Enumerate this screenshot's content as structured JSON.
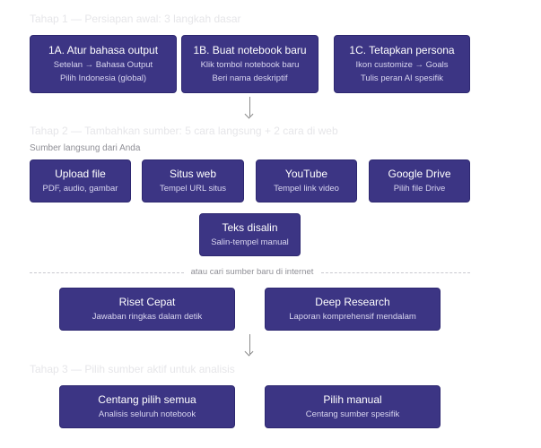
{
  "steps": {
    "step1": "Tahap 1 — Persiapan awal: 3 langkah dasar",
    "step2": "Tahap 2 — Tambahkan sumber: 5 cara langsung + 2 cara di web",
    "step3": "Tahap 3 — Pilih sumber aktif untuk analisis"
  },
  "direct_sources_label": "Sumber langsung dari Anda",
  "divider_label": "atau cari sumber baru di internet",
  "setup": [
    {
      "title": "1A. Atur bahasa output",
      "line1": "Setelan → Bahasa Output",
      "line2": "Pilih Indonesia (global)"
    },
    {
      "title": "1B. Buat notebook baru",
      "line1": "Klik tombol notebook baru",
      "line2": "Beri nama deskriptif"
    },
    {
      "title": "1C. Tetapkan persona",
      "line1": "Ikon customize → Goals",
      "line2": "Tulis peran AI spesifik"
    }
  ],
  "sources": [
    {
      "title": "Upload file",
      "desc": "PDF, audio, gambar"
    },
    {
      "title": "Situs web",
      "desc": "Tempel URL situs"
    },
    {
      "title": "YouTube",
      "desc": "Tempel link video"
    },
    {
      "title": "Google Drive",
      "desc": "Pilih file Drive"
    },
    {
      "title": "Teks disalin",
      "desc": "Salin-tempel manual"
    }
  ],
  "research": [
    {
      "title": "Riset Cepat",
      "desc": "Jawaban ringkas dalam detik"
    },
    {
      "title": "Deep Research",
      "desc": "Laporan komprehensif mendalam"
    }
  ],
  "select": [
    {
      "title": "Centang pilih semua",
      "desc": "Analisis seluruh notebook"
    },
    {
      "title": "Pilih manual",
      "desc": "Centang sumber spesifik"
    }
  ],
  "colors": {
    "box": "#3c3584",
    "box_text": "#ffffff",
    "arrow": "#8a8a8a"
  }
}
